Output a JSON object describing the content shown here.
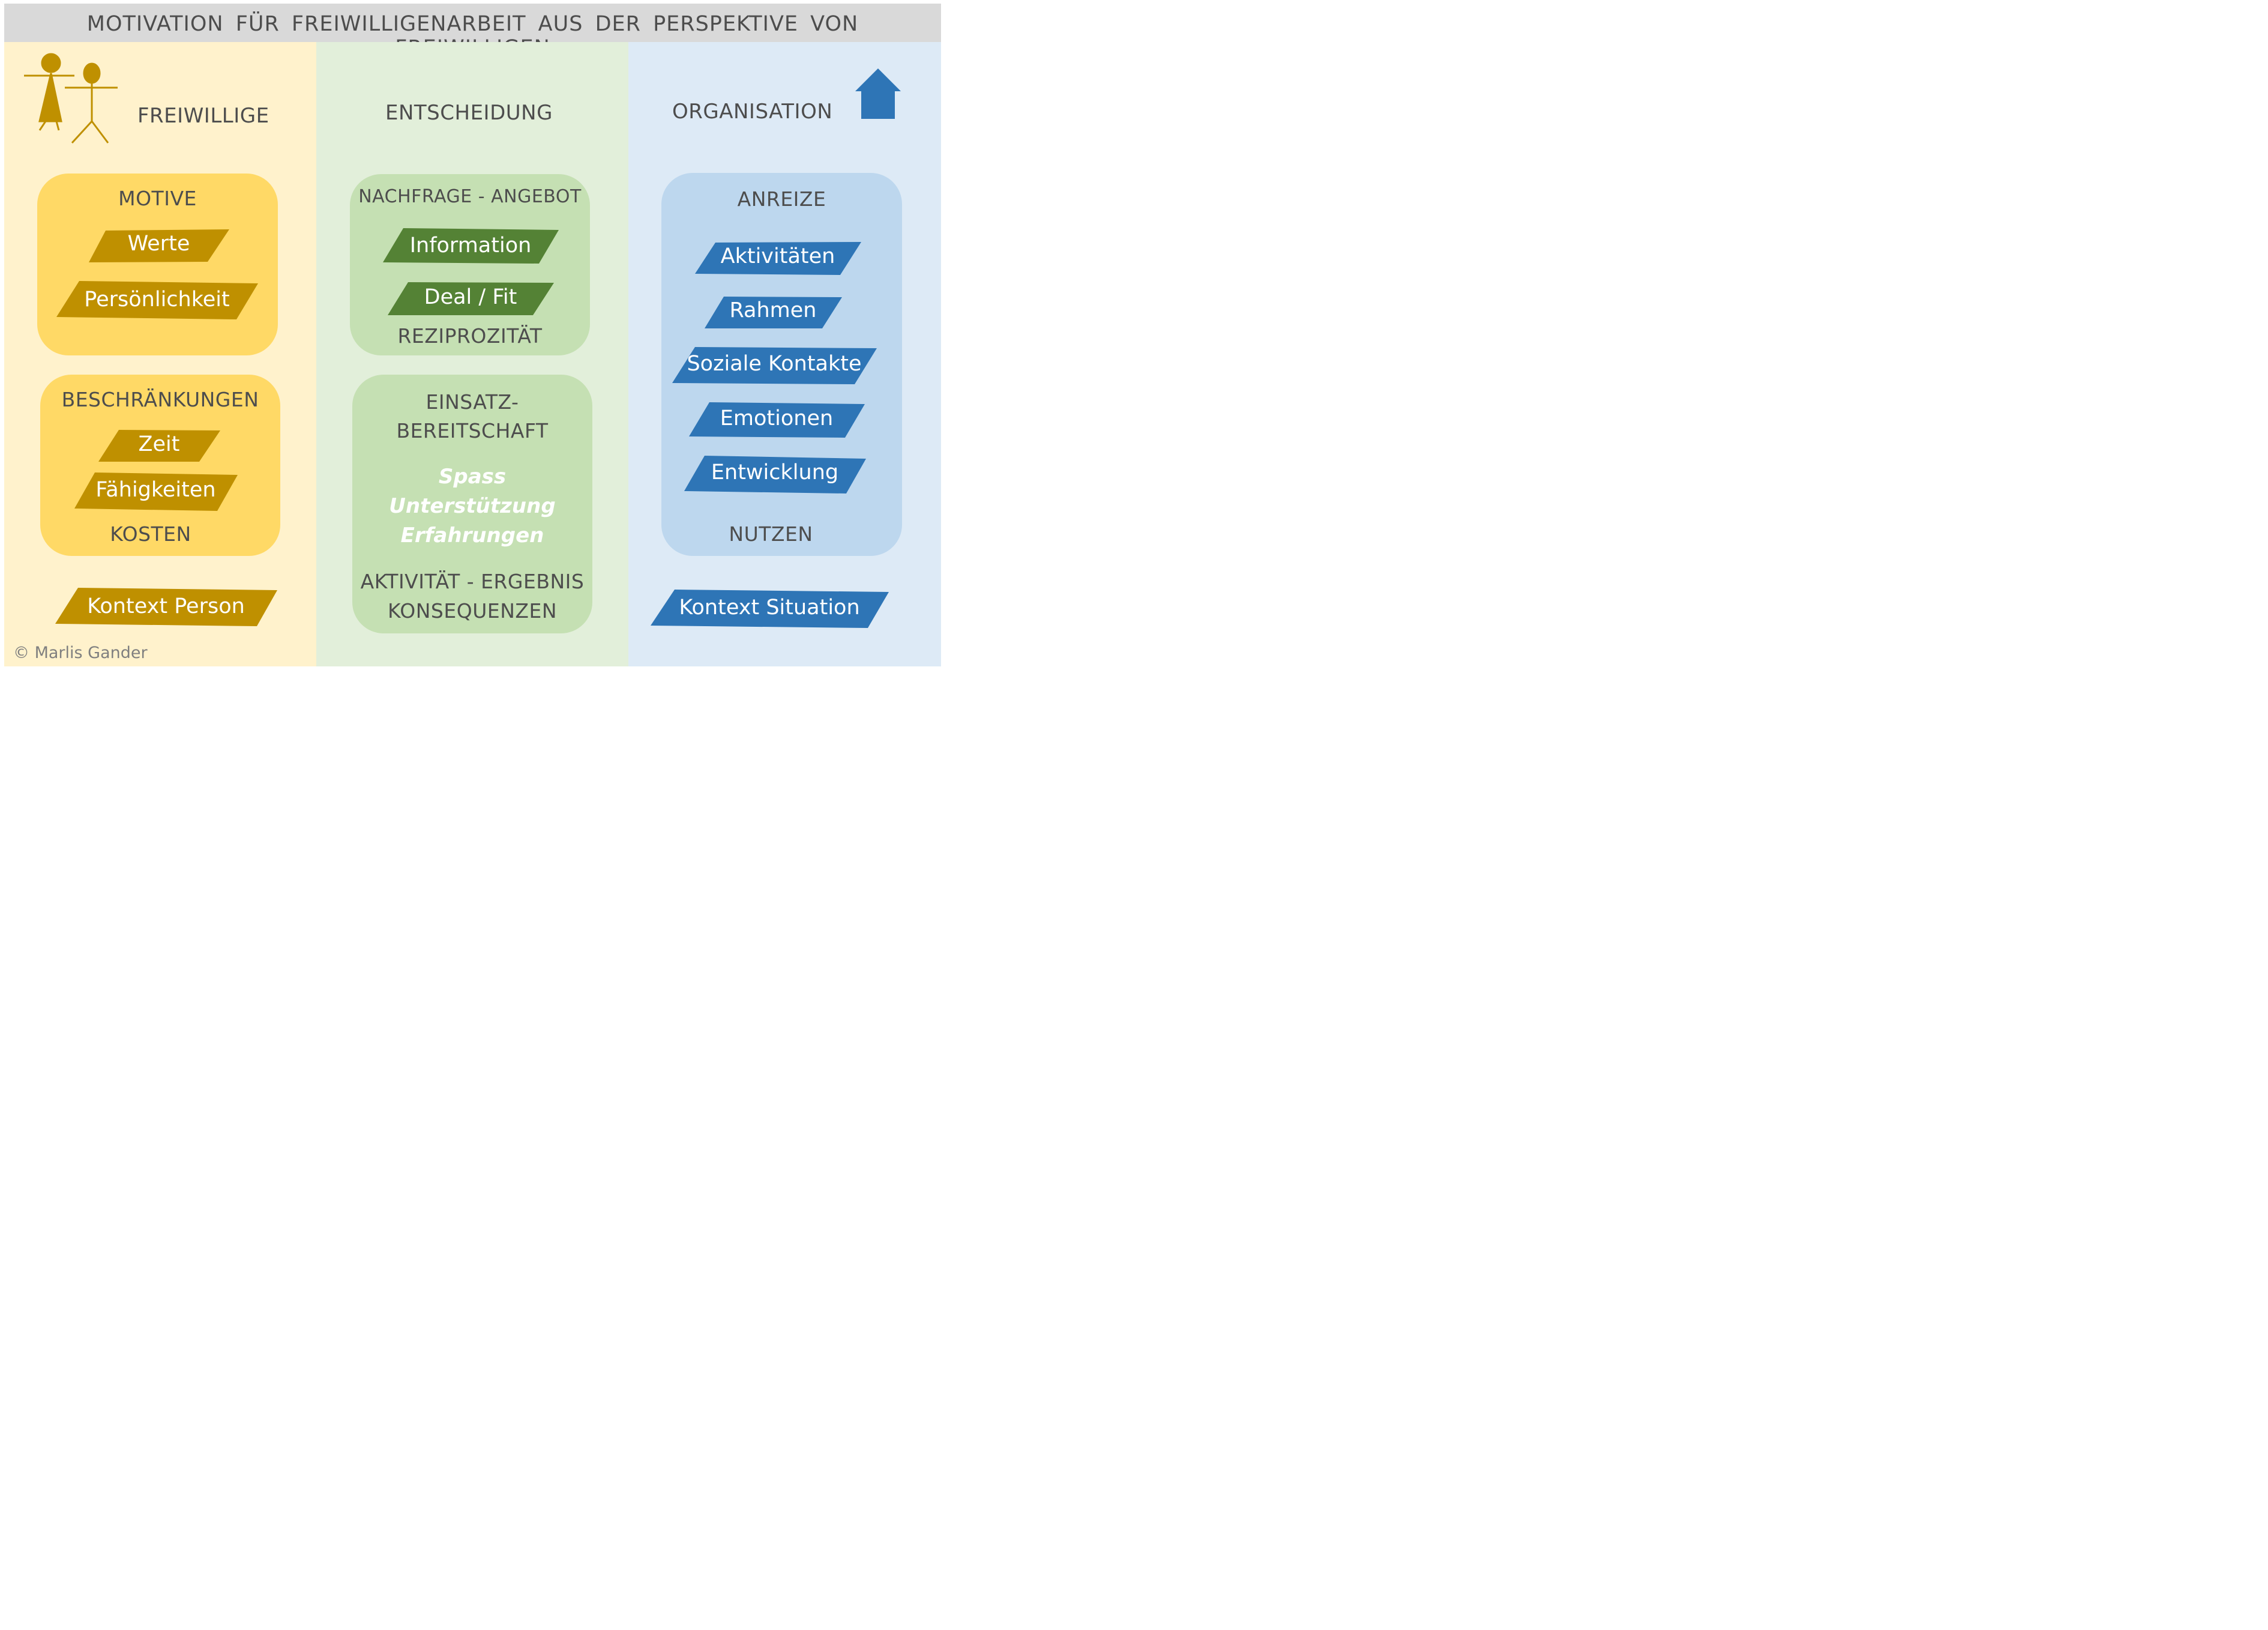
{
  "title": "MOTIVATION FÜR FREIWILLIGENARBEIT AUS DER PERSPEKTIVE VON FREIWILLIGEN",
  "colors": {
    "gold": "#bf9000",
    "green": "#548235",
    "blue": "#2e75b6",
    "yellow_panel": "#ffd966",
    "green_panel": "#c5e0b3",
    "blue_panel": "#bdd7ee"
  },
  "icons": {
    "left": "people-icon",
    "right": "house-icon"
  },
  "columns": {
    "left": {
      "heading": "FREIWILLIGE",
      "motive": {
        "title": "MOTIVE",
        "items": [
          "Werte",
          "Persönlichkeit"
        ]
      },
      "beschraenkungen": {
        "title": "BESCHRÄNKUNGEN",
        "items": [
          "Zeit",
          "Fähigkeiten"
        ],
        "footer": "KOSTEN"
      },
      "context": "Kontext Person"
    },
    "middle": {
      "heading": "ENTSCHEIDUNG",
      "nachfrage": {
        "title": "NACHFRAGE - ANGEBOT",
        "items": [
          "Information",
          "Deal / Fit"
        ],
        "footer": "REZIPROZITÄT"
      },
      "einsatz": {
        "title_line1": "EINSATZ-",
        "title_line2": "BEREITSCHAFT",
        "italic": [
          "Spass",
          "Unterstützung",
          "Erfahrungen"
        ],
        "footer_line1": "AKTIVITÄT - ERGEBNIS",
        "footer_line2": "KONSEQUENZEN"
      }
    },
    "right": {
      "heading": "ORGANISATION",
      "anreize": {
        "title": "ANREIZE",
        "items": [
          "Aktivitäten",
          "Rahmen",
          "Soziale Kontakte",
          "Emotionen",
          "Entwicklung"
        ],
        "footer": "NUTZEN"
      },
      "context": "Kontext Situation"
    }
  },
  "copyright": "©  Marlis Gander"
}
